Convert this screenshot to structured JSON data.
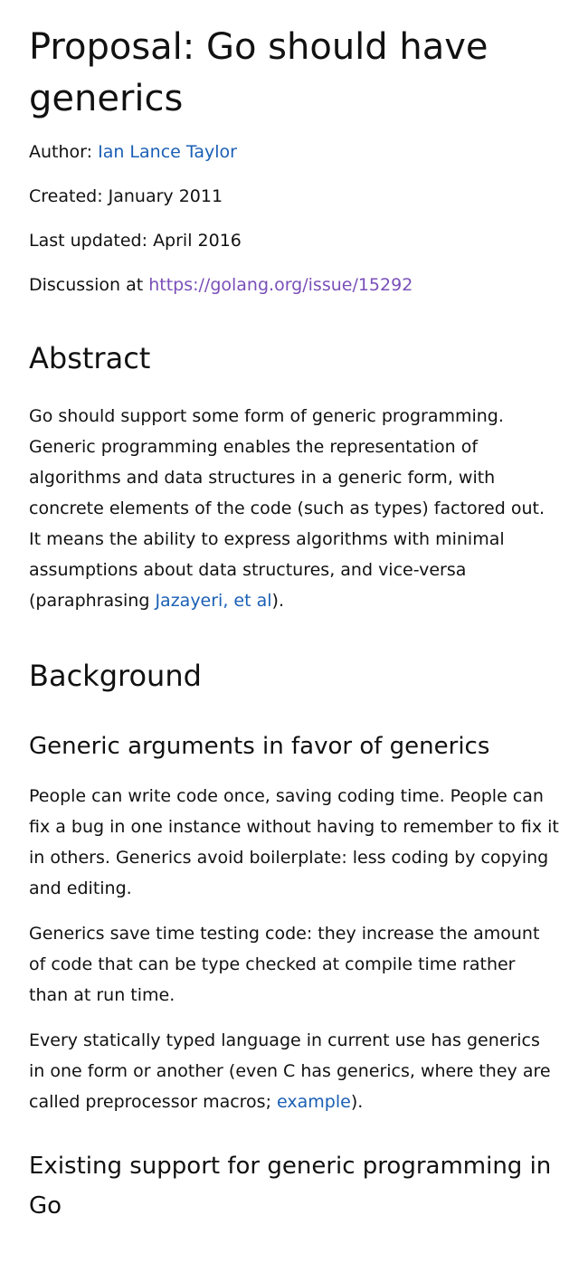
{
  "title": "Proposal: Go should have generics",
  "meta": {
    "author_label": "Author:",
    "author_name": "Ian Lance Taylor",
    "created": "Created: January 2011",
    "updated": "Last updated: April 2016",
    "discussion_label": "Discussion at",
    "discussion_url": "https://golang.org/issue/15292"
  },
  "abstract": {
    "heading": "Abstract",
    "text": "Go should support some form of generic programming. Generic programming enables the representation of algorithms and data structures in a generic form, with concrete elements of the code (such as types) factored out. It means the ability to express algorithms with minimal assumptions about data structures, and vice-versa (paraphrasing ",
    "link": "Jazayeri, et al",
    "suffix": ")."
  },
  "background": {
    "heading": "Background",
    "subheading": "Generic arguments in favor of generics",
    "para1": "People can write code once, saving coding time. People can fix a bug in one instance without having to remember to fix it in others. Generics avoid boilerplate: less coding by copying and editing.",
    "para2": "Generics save time testing code: they increase the amount of code that can be type checked at compile time rather than at run time.",
    "para3_text": "Every statically typed language in current use has generics in one form or another (even C has generics, where they are called preprocessor macros; ",
    "para3_link": "example",
    "para3_suffix": ")."
  },
  "existing": {
    "heading": "Existing support for generic programming in Go"
  }
}
